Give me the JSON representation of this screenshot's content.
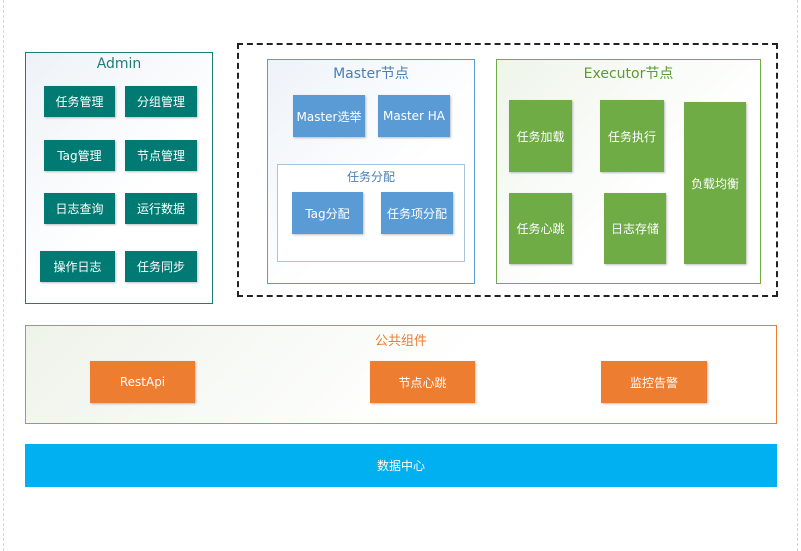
{
  "admin": {
    "title": "Admin",
    "buttons": [
      "任务管理",
      "分组管理",
      "Tag管理",
      "节点管理",
      "日志查询",
      "运行数据",
      "操作日志",
      "任务同步"
    ]
  },
  "master": {
    "title": "Master节点",
    "buttons": [
      "Master选举",
      "Master HA"
    ],
    "assign": {
      "title": "任务分配",
      "buttons": [
        "Tag分配",
        "任务项分配"
      ]
    }
  },
  "executor": {
    "title": "Executor节点",
    "buttons": [
      "任务加载",
      "任务执行",
      "任务心跳",
      "日志存储",
      "负载均衡"
    ]
  },
  "common": {
    "title": "公共组件",
    "buttons": [
      "RestApi",
      "节点心跳",
      "监控告警"
    ]
  },
  "datacenter": {
    "label": "数据中心"
  },
  "colors": {
    "admin_button": "#007a72",
    "master_button": "#5b9bd5",
    "executor_button": "#6fac46",
    "common_button": "#ed7d31",
    "datacenter": "#00b0f0"
  }
}
